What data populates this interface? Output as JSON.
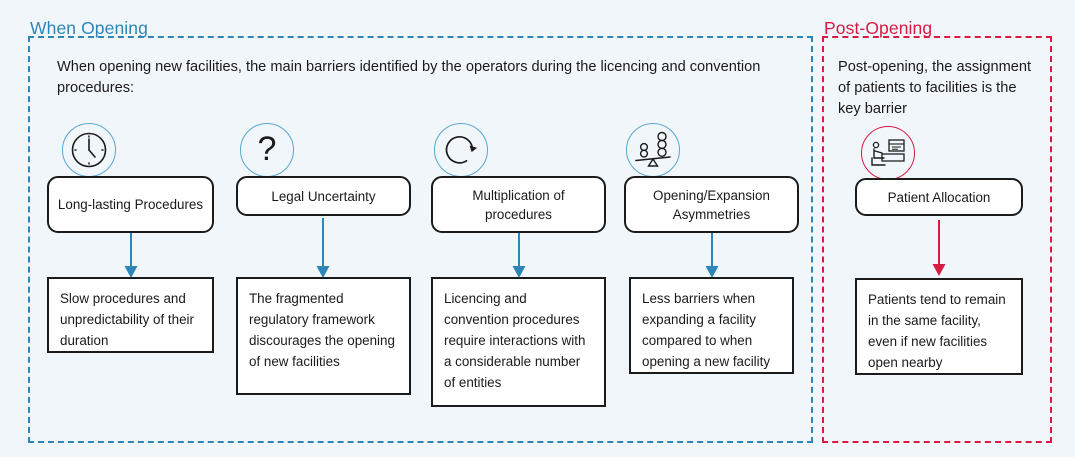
{
  "colors": {
    "background": "#f1f6fa",
    "blue_accent": "#2e86b8",
    "blue_icon_ring": "#59a8d0",
    "red_accent": "#d81b43",
    "box_border": "#1b1b1b",
    "box_fill": "#ffffff"
  },
  "sections": {
    "opening": {
      "title": "When Opening",
      "intro": "When opening new facilities, the main barriers identified by the operators during the licencing and convention procedures:",
      "columns": [
        {
          "icon": "clock-icon",
          "pill": "Long-lasting Procedures",
          "detail": "Slow procedures and unpredictability of their duration"
        },
        {
          "icon": "question-mark-icon",
          "pill": "Legal Uncertainty",
          "detail": "The fragmented regulatory framework discourages the opening of new facilities"
        },
        {
          "icon": "circular-arrow-icon",
          "pill": "Multiplication of procedures",
          "detail": "Licencing and convention procedures require interactions with a considerable number of entities"
        },
        {
          "icon": "seesaw-balance-icon",
          "pill": "Opening/Expansion Asymmetries",
          "detail": "Less barriers when expanding a facility compared to when opening a new facility"
        }
      ]
    },
    "post_opening": {
      "title": "Post-Opening",
      "intro": "Post-opening, the assignment of patients to facilities is the key barrier",
      "columns": [
        {
          "icon": "patient-reception-icon",
          "pill": "Patient Allocation",
          "detail": "Patients tend to remain in the same facility, even if new facilities open nearby"
        }
      ]
    }
  }
}
